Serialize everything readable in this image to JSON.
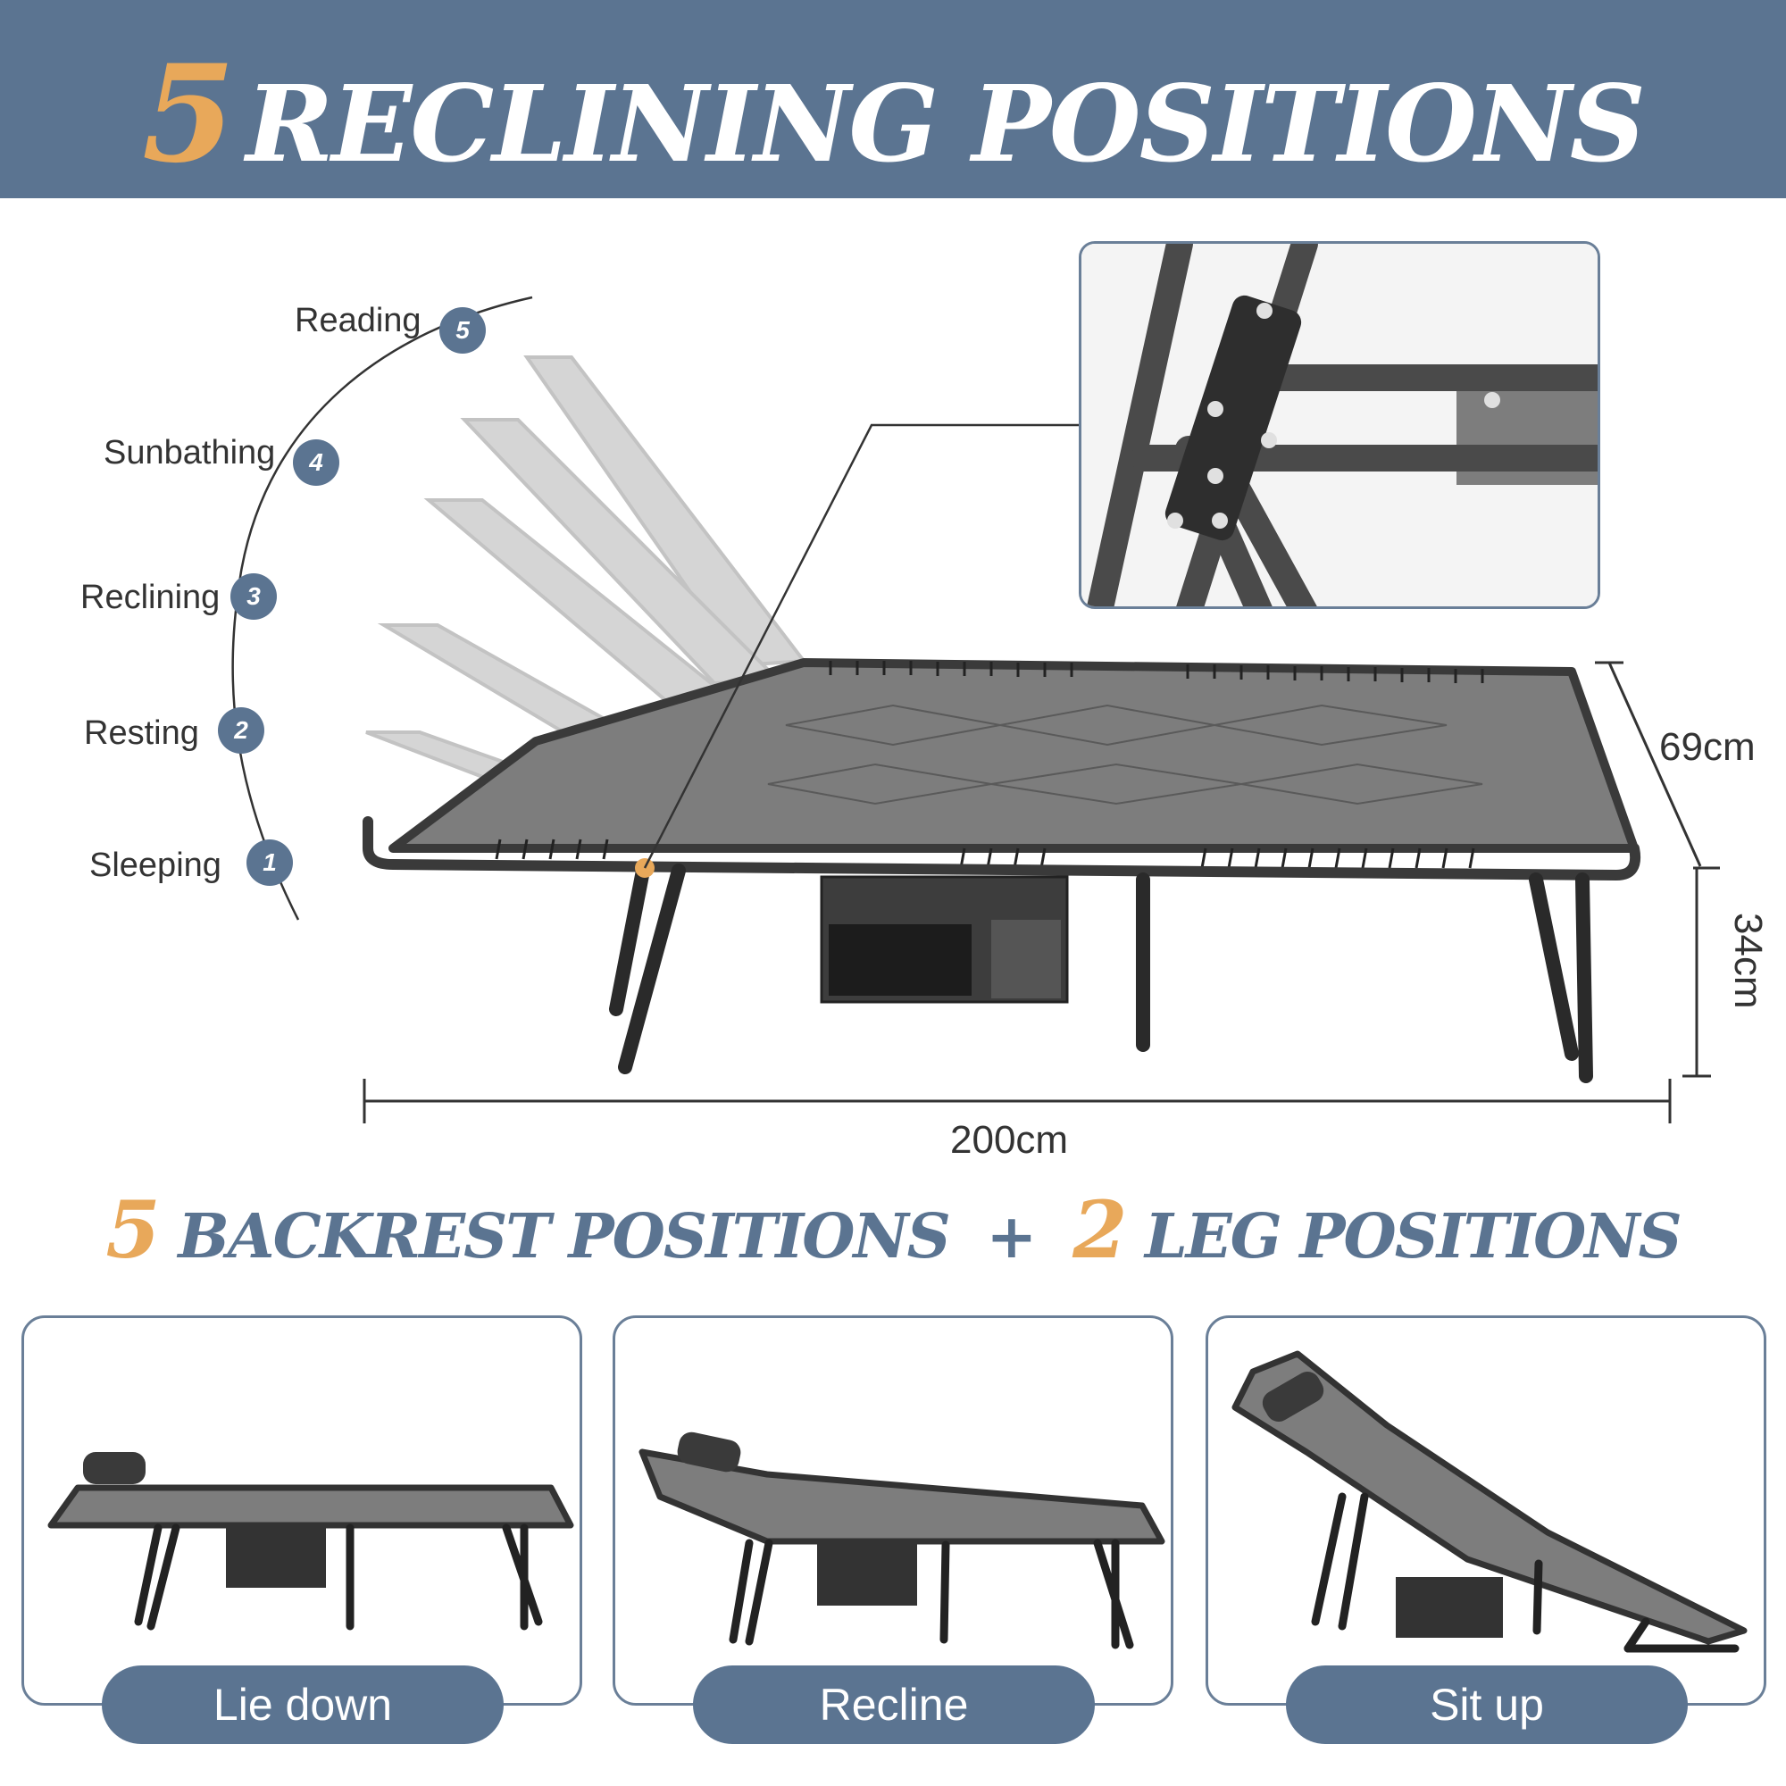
{
  "header": {
    "number": "5",
    "title": "RECLINING POSITIONS"
  },
  "positions": [
    {
      "label": "Reading",
      "badge": "5"
    },
    {
      "label": "Sunbathing",
      "badge": "4"
    },
    {
      "label": "Reclining",
      "badge": "3"
    },
    {
      "label": "Resting",
      "badge": "2"
    },
    {
      "label": "Sleeping",
      "badge": "1"
    }
  ],
  "dimensions": {
    "width": "69cm",
    "height": "34cm",
    "length": "200cm"
  },
  "subtitle": {
    "backrest_number": "5",
    "backrest_text": "BACKREST POSITIONS",
    "plus": "+",
    "leg_number": "2",
    "leg_text": "LEG POSITIONS"
  },
  "modes": [
    {
      "label": "Lie down"
    },
    {
      "label": "Recline"
    },
    {
      "label": "Sit up"
    }
  ],
  "colors": {
    "brand_blue": "#5b7491",
    "accent_orange": "#e8a85a",
    "fabric_gray": "#7d7d7d",
    "frame_dark": "#3a3a3a"
  }
}
